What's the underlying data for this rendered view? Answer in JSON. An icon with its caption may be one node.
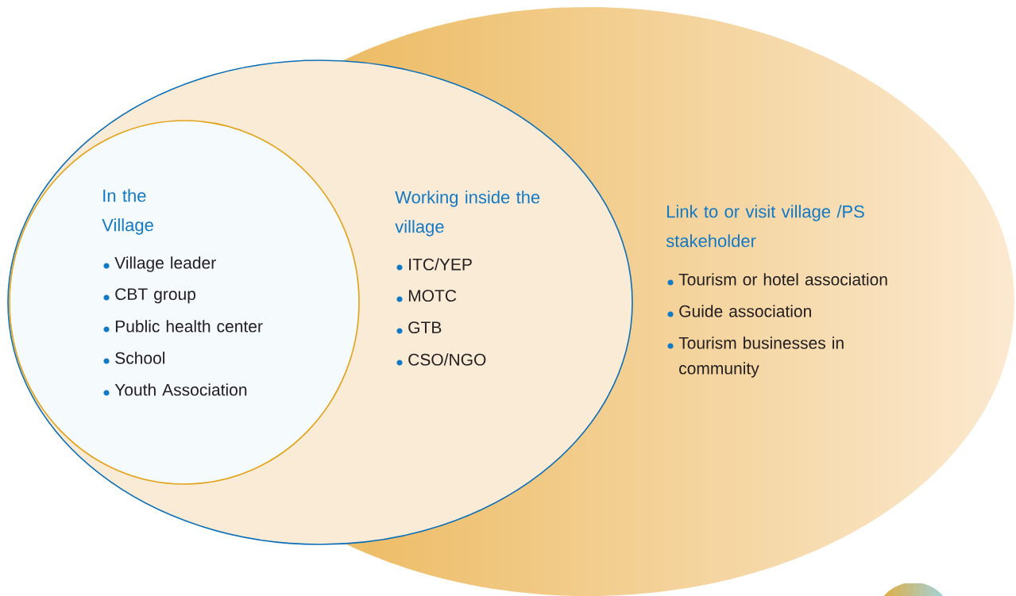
{
  "diagram": {
    "nodes": [
      {
        "text": [
          "Link to or visit village /PS stakeholder",
          "Tourism or hotel association",
          "Guide association",
          "Tourism businesses in community"
        ]
      },
      {
        "text": [
          "Working inside the village",
          "ITC/YEP",
          "MOTC",
          "GTB",
          "CSO/NGO"
        ]
      },
      {
        "text": [
          "In the Village",
          "Village leader",
          "CBT group",
          "Public health center",
          "School",
          "Youth Association"
        ],
        "in": 1
      }
    ]
  }
}
